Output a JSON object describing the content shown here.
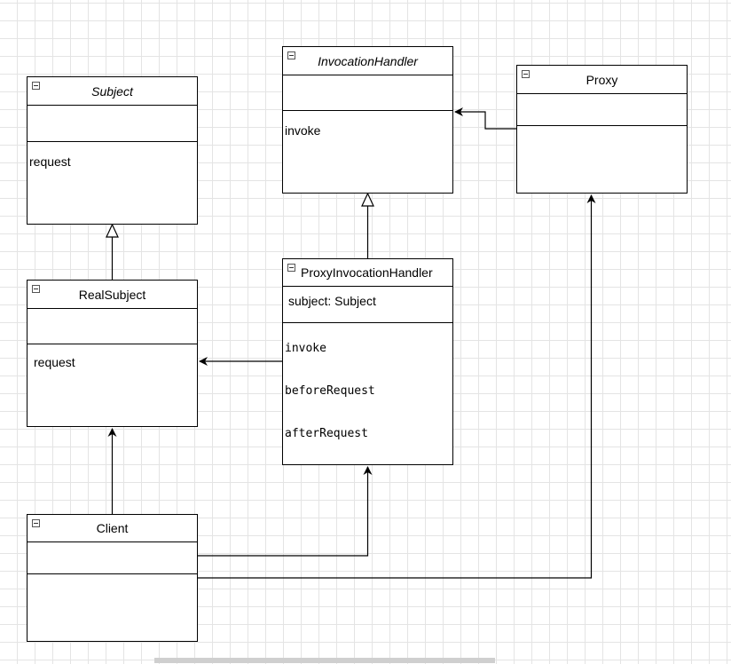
{
  "classes": {
    "subject": {
      "name": "Subject",
      "methods": [
        "request"
      ]
    },
    "invocation_handler": {
      "name": "InvocationHandler",
      "methods": [
        "invoke"
      ]
    },
    "proxy": {
      "name": "Proxy"
    },
    "real_subject": {
      "name": "RealSubject",
      "methods": [
        "request"
      ]
    },
    "proxy_invocation_handler": {
      "name": "ProxyInvocationHandler",
      "attributes": [
        "subject: Subject"
      ],
      "methods": [
        "invoke",
        "beforeRequest",
        "afterRequest"
      ]
    },
    "client": {
      "name": "Client"
    }
  },
  "relations": [
    {
      "type": "inheritance",
      "from": "RealSubject",
      "to": "Subject"
    },
    {
      "type": "inheritance",
      "from": "ProxyInvocationHandler",
      "to": "InvocationHandler"
    },
    {
      "type": "association",
      "from": "Proxy",
      "to": "InvocationHandler"
    },
    {
      "type": "association",
      "from": "ProxyInvocationHandler",
      "to": "RealSubject"
    },
    {
      "type": "association",
      "from": "Client",
      "to": "RealSubject"
    },
    {
      "type": "association",
      "from": "Client",
      "to": "ProxyInvocationHandler"
    },
    {
      "type": "association",
      "from": "Client",
      "to": "Proxy"
    }
  ]
}
